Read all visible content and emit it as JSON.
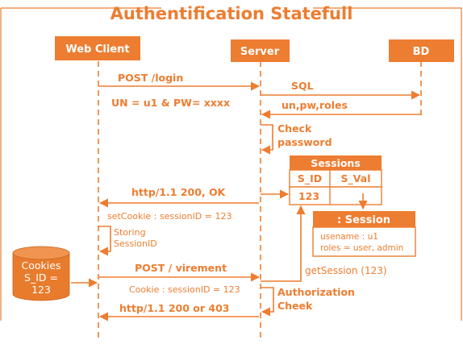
{
  "title": "Authentification Statefull",
  "actors": {
    "web_client": "Web Client",
    "server": "Server",
    "bd": "BD"
  },
  "messages": {
    "post_login": "POST /login",
    "credentials": "UN = u1 & PW= xxxx",
    "sql": "SQL",
    "sql_result": "un,pw,roles",
    "check_line1": "Check",
    "check_line2": "password",
    "http_ok": "http/1.1 200, OK",
    "set_cookie": "setCookie : sessionID = 123",
    "storing_line1": "Storing",
    "storing_line2": "SessionID",
    "post_virement": "POST / virement",
    "cookie_sent": "Cookie : sessionID = 123",
    "authz_line1": "Authorization",
    "authz_line2": "Cheek",
    "http_200_403": "http/1.1 200 or 403",
    "get_session": "getSession (123)"
  },
  "cookies_store": {
    "line1": "Cookies",
    "line2": "S_ID =",
    "line3": "123"
  },
  "sessions_table": {
    "title": "Sessions",
    "col1": "S_ID",
    "col2": "S_Val",
    "row1_col1": "123"
  },
  "session_object": {
    "title": ": Session",
    "line1": "usename : u1",
    "line2": "roles = user, admin"
  },
  "colors": {
    "accent": "#ED7D31",
    "cylinder": "#E87B2C",
    "white": "#FFFFFF"
  }
}
